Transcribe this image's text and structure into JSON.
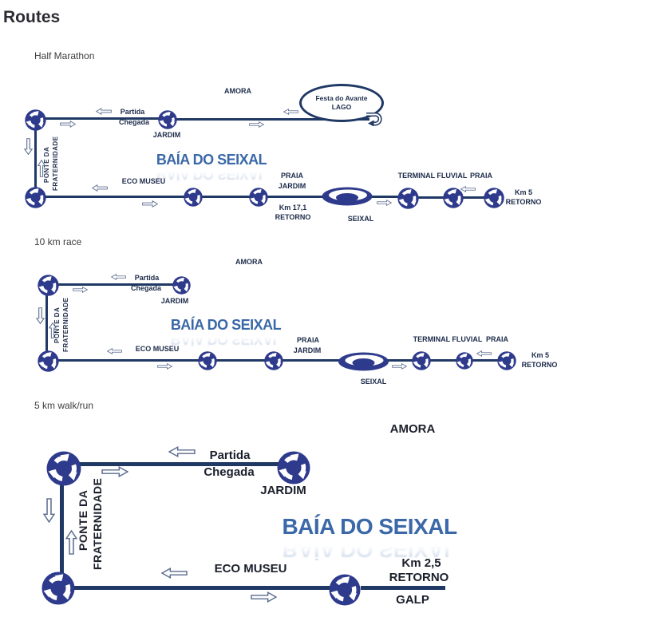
{
  "title": "Routes",
  "colors": {
    "line": "#1f3864",
    "roundabout": "#2e3a8c",
    "baia_text": "#3a68a8"
  },
  "sections": {
    "half_marathon": {
      "label": "Half Marathon",
      "amora": "AMORA",
      "lago_line1": "Festa do Avante",
      "lago_line2": "LAGO",
      "partida": "Partida",
      "chegada": "Chegada",
      "jardim": "JARDIM",
      "baia": "BAÍA DO SEIXAL",
      "ponte_line1": "PONTE DA",
      "ponte_line2": "FRATERNIDADE",
      "eco_museu": "ECO MUSEU",
      "praia_jardim_line1": "PRAIA",
      "praia_jardim_line2": "JARDIM",
      "km171_line1": "Km 17,1",
      "km171_line2": "RETORNO",
      "seixal": "SEIXAL",
      "terminal_fluvial": "TERMINAL FLUVIAL",
      "praia": "PRAIA",
      "km5_line1": "Km 5",
      "km5_line2": "RETORNO"
    },
    "race_10km": {
      "label": "10 km race",
      "amora": "AMORA",
      "partida": "Partida",
      "chegada": "Chegada",
      "jardim": "JARDIM",
      "baia": "BAÍA DO SEIXAL",
      "ponte_line1": "PONTE DA",
      "ponte_line2": "FRATERNIDADE",
      "eco_museu": "ECO MUSEU",
      "praia_jardim_line1": "PRAIA",
      "praia_jardim_line2": "JARDIM",
      "seixal": "SEIXAL",
      "terminal_fluvial": "TERMINAL FLUVIAL",
      "praia": "PRAIA",
      "km5_line1": "Km 5",
      "km5_line2": "RETORNO"
    },
    "walk_5km": {
      "label": "5 km walk/run",
      "amora": "AMORA",
      "partida": "Partida",
      "chegada": "Chegada",
      "jardim": "JARDIM",
      "baia": "BAÍA DO SEIXAL",
      "ponte_line1": "PONTE DA",
      "ponte_line2": "FRATERNIDADE",
      "eco_museu": "ECO MUSEU",
      "km25_line1": "Km 2,5",
      "km25_line2": "RETORNO",
      "galp": "GALP"
    }
  }
}
